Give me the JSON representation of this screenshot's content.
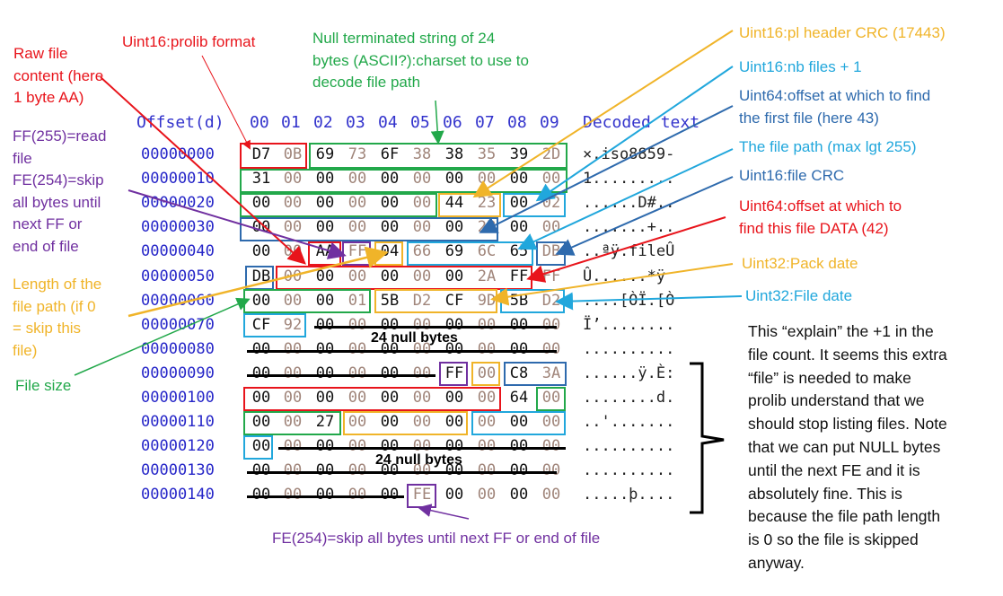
{
  "header": {
    "offset_label": "Offset(d)",
    "columns": [
      "00",
      "01",
      "02",
      "03",
      "04",
      "05",
      "06",
      "07",
      "08",
      "09"
    ],
    "decoded_label": "Decoded text"
  },
  "rows": [
    {
      "offset": "00000000",
      "bytes": [
        "D7",
        "0B",
        "69",
        "73",
        "6F",
        "38",
        "38",
        "35",
        "39",
        "2D"
      ],
      "decoded": "×.iso8859-"
    },
    {
      "offset": "00000010",
      "bytes": [
        "31",
        "00",
        "00",
        "00",
        "00",
        "00",
        "00",
        "00",
        "00",
        "00"
      ],
      "decoded": "1........."
    },
    {
      "offset": "00000020",
      "bytes": [
        "00",
        "00",
        "00",
        "00",
        "00",
        "00",
        "44",
        "23",
        "00",
        "02"
      ],
      "decoded": "......D#.."
    },
    {
      "offset": "00000030",
      "bytes": [
        "00",
        "00",
        "00",
        "00",
        "00",
        "00",
        "00",
        "2B",
        "00",
        "00"
      ],
      "decoded": ".......+.."
    },
    {
      "offset": "00000040",
      "bytes": [
        "00",
        "00",
        "AA",
        "FF",
        "04",
        "66",
        "69",
        "6C",
        "65",
        "DB"
      ],
      "decoded": "..ªÿ.fileÛ"
    },
    {
      "offset": "00000050",
      "bytes": [
        "DB",
        "00",
        "00",
        "00",
        "00",
        "00",
        "00",
        "2A",
        "FF",
        "FF"
      ],
      "decoded": "Û......*ÿ"
    },
    {
      "offset": "00000060",
      "bytes": [
        "00",
        "00",
        "00",
        "01",
        "5B",
        "D2",
        "CF",
        "9D",
        "5B",
        "D2"
      ],
      "decoded": "....[ÒÏ.[Ò"
    },
    {
      "offset": "00000070",
      "bytes": [
        "CF",
        "92",
        "00",
        "00",
        "00",
        "00",
        "00",
        "00",
        "00",
        "00"
      ],
      "decoded": "Ï’........"
    },
    {
      "offset": "00000080",
      "bytes": [
        "00",
        "00",
        "00",
        "00",
        "00",
        "00",
        "00",
        "00",
        "00",
        "00"
      ],
      "decoded": ".........."
    },
    {
      "offset": "00000090",
      "bytes": [
        "00",
        "00",
        "00",
        "00",
        "00",
        "00",
        "FF",
        "00",
        "C8",
        "3A"
      ],
      "decoded": "......ÿ.È:"
    },
    {
      "offset": "00000100",
      "bytes": [
        "00",
        "00",
        "00",
        "00",
        "00",
        "00",
        "00",
        "00",
        "64",
        "00"
      ],
      "decoded": "........d."
    },
    {
      "offset": "00000110",
      "bytes": [
        "00",
        "00",
        "27",
        "00",
        "00",
        "00",
        "00",
        "00",
        "00",
        "00"
      ],
      "decoded": "..'......."
    },
    {
      "offset": "00000120",
      "bytes": [
        "00",
        "00",
        "00",
        "00",
        "00",
        "00",
        "00",
        "00",
        "00",
        "00"
      ],
      "decoded": ".........."
    },
    {
      "offset": "00000130",
      "bytes": [
        "00",
        "00",
        "00",
        "00",
        "00",
        "00",
        "00",
        "00",
        "00",
        "00"
      ],
      "decoded": ".........."
    },
    {
      "offset": "00000140",
      "bytes": [
        "00",
        "00",
        "00",
        "00",
        "00",
        "FE",
        "00",
        "00",
        "00",
        "00"
      ],
      "decoded": ".....þ...."
    }
  ],
  "null_labels": [
    "24 null bytes",
    "24 null bytes"
  ],
  "annotations": {
    "raw_file": "Raw file\ncontent (here\n1 byte AA)",
    "prolib_format": "Uint16:prolib format",
    "charset": "Null terminated string of 24\nbytes (ASCII?):charset to use to\ndecode file path",
    "pl_header_crc": "Uint16:pl header CRC (17443)",
    "nb_files": "Uint16:nb files + 1",
    "first_file_offset": "Uint64:offset at which to find\nthe first file (here 43)",
    "file_path": "The file path (max lgt 255)",
    "file_crc": "Uint16:file CRC",
    "data_offset": "Uint64:offset at which to\nfind this file DATA (42)",
    "pack_date": "Uint32:Pack date",
    "file_date": "Uint32:File date",
    "ff_read": "FF(255)=read\nfile\nFE(254)=skip\nall bytes until\nnext FF or\nend of file",
    "path_length": "Length of the\nfile path (if 0\n= skip this\nfile)",
    "file_size": "File size",
    "explain": "This “explain” the +1 in the\nfile count. It seems this extra\n“file” is needed to make\nprolib understand that we\nshould stop listing files. Note\nthat we can put NULL bytes\nuntil the next FE and it is\nabsolutely fine. This is\nbecause the file path length\nis 0 so the file is skipped\nanyway.",
    "fe_bottom": "FE(254)=skip all bytes until next FF or end of file"
  },
  "colors": {
    "red": "#e8141b",
    "green": "#22a84a",
    "orange": "#f0b429",
    "cyan": "#21a7dc",
    "blue": "#2e6aad",
    "purple": "#7030a0",
    "offset_blue": "#2626c8",
    "dim_byte": "#a0857a"
  }
}
